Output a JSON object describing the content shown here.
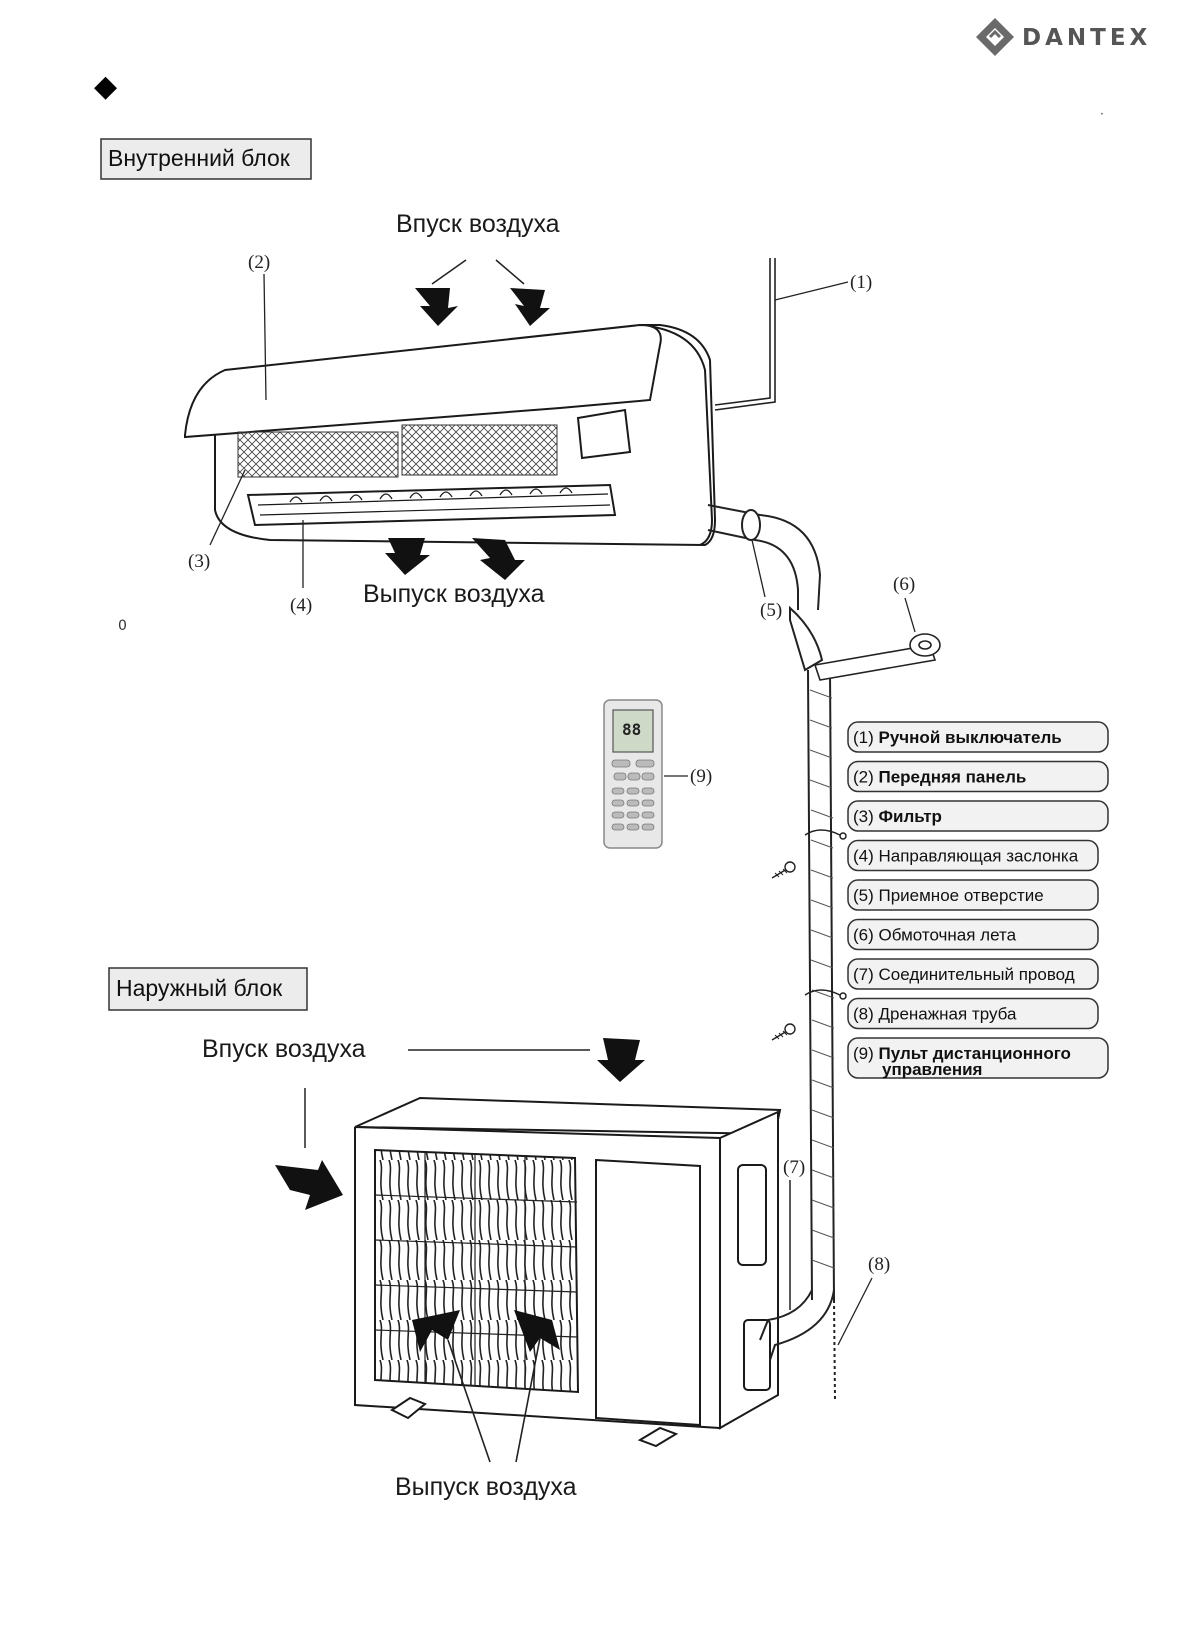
{
  "brand": {
    "name": "DANTEX"
  },
  "section_marker": "◆",
  "stray_marks": {
    "dot": "·",
    "zero": "0"
  },
  "indoor": {
    "title": "Внутренний блок",
    "air_in": "Впуск воздуха",
    "air_out": "Выпуск воздуха"
  },
  "outdoor": {
    "title": "Наружный блок",
    "air_in": "Впуск воздуха",
    "air_out": "Выпуск воздуха"
  },
  "callouts": {
    "c1": "(1)",
    "c2": "(2)",
    "c3": "(3)",
    "c4": "(4)",
    "c5": "(5)",
    "c6": "(6)",
    "c7": "(7)",
    "c8": "(8)",
    "c9": "(9)"
  },
  "remote": {
    "display": "88"
  },
  "legend": [
    {
      "num": "(1)",
      "text": "Ручной выключатель",
      "bold": true
    },
    {
      "num": "(2)",
      "text": "Передняя панель",
      "bold": true
    },
    {
      "num": "(3)",
      "text": "Фильтр",
      "bold": true
    },
    {
      "num": "(4)",
      "text": "Направляющая заслонка",
      "bold": false
    },
    {
      "num": "(5)",
      "text": "Приемное отверстие",
      "bold": false
    },
    {
      "num": "(6)",
      "text": "Обмоточная лета",
      "bold": false
    },
    {
      "num": "(7)",
      "text": "Соединительный провод",
      "bold": false
    },
    {
      "num": "(8)",
      "text": "Дренажная труба",
      "bold": false
    },
    {
      "num": "(9)",
      "text": "Пульт дистанционного",
      "text2": "управления",
      "bold": true
    }
  ],
  "colors": {
    "line": "#1a1a1a",
    "box_fill": "#ececec",
    "legend_fill": "#f2f2f2",
    "logo": "#6a6a6a"
  }
}
